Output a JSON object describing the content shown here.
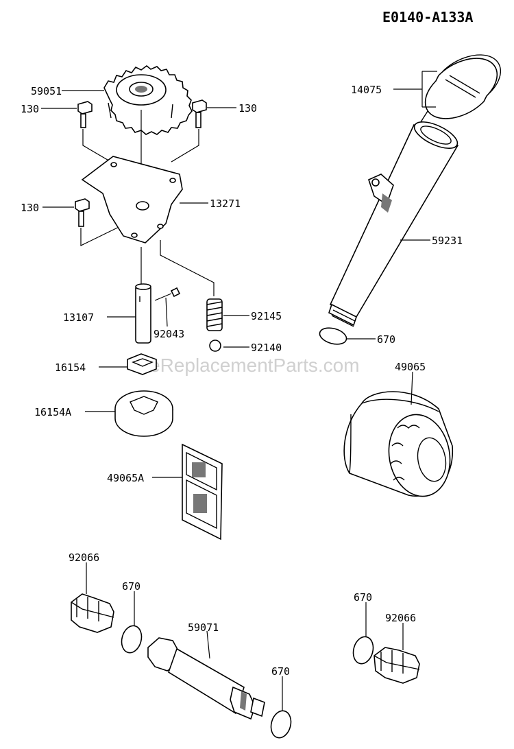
{
  "diagram_id": "E0140-A133A",
  "watermark": "eReplacementParts.com",
  "labels": {
    "p59051": "59051",
    "p130a": "130",
    "p130b": "130",
    "p130c": "130",
    "p13271": "13271",
    "p13107": "13107",
    "p92043": "92043",
    "p92145": "92145",
    "p92140": "92140",
    "p16154": "16154",
    "p16154A": "16154A",
    "p49065A": "49065A",
    "p14075": "14075",
    "p59231": "59231",
    "p670a": "670",
    "p49065": "49065",
    "p92066a": "92066",
    "p670b": "670",
    "p59071": "59071",
    "p670c": "670",
    "p670d": "670",
    "p92066b": "92066"
  }
}
